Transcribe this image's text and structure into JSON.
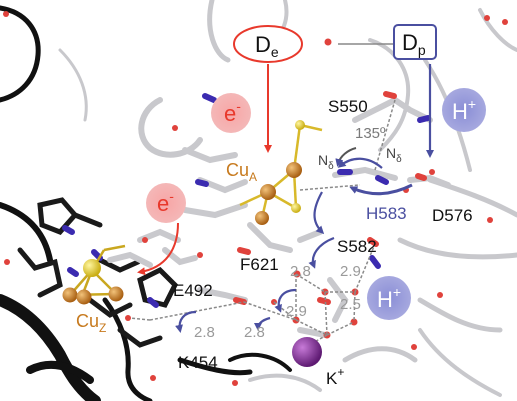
{
  "labels": {
    "donor_e": "D",
    "donor_e_sub": "e",
    "donor_p": "D",
    "donor_p_sub": "p",
    "electron_1": "e",
    "electron_1_sup": "-",
    "electron_2": "e",
    "electron_2_sup": "-",
    "proton_1": "H",
    "proton_1_sup": "+",
    "proton_2": "H",
    "proton_2_sup": "+",
    "cua": "Cu",
    "cua_sub": "A",
    "cuz": "Cu",
    "cuz_sub": "Z",
    "s550": "S550",
    "angle": "135º",
    "nd1": "N",
    "nd1_sub": "δ",
    "nd2": "N",
    "nd2_sub": "δ",
    "h583": "H583",
    "d576": "D576",
    "s582": "S582",
    "f621": "F621",
    "e492": "E492",
    "k454": "K454",
    "kplus": "K",
    "kplus_sup": "+"
  },
  "distances": [
    "2.8",
    "2.9",
    "2.9",
    "2.5",
    "2.8",
    "2.8"
  ],
  "colors": {
    "electron_arrow": "#e8392c",
    "proton_arrow": "#4a4fa0",
    "copper": "#c77a1e",
    "sulfur": "#e9d22a",
    "water": "#e0423c",
    "nitrogen": "#3b2bb0",
    "potassium": "#7a2a8a",
    "ribbon_dark": "#111111",
    "ribbon_light": "#c8c8cc",
    "distance_text": "#9a9a9a"
  }
}
